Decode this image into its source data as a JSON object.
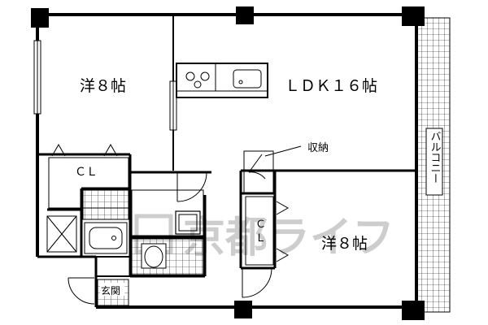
{
  "rooms": {
    "western_room_1": "洋８帖",
    "ldk": "ＬＤＫ１６帖",
    "western_room_2": "洋８帖",
    "closet_1": "ＣＬ",
    "closet_2_top": "Ｃ",
    "closet_2_bottom": "Ｌ",
    "storage": "収納",
    "entrance": "玄関",
    "balcony": "バルコニー"
  },
  "watermark": "京都ライフ",
  "colors": {
    "wall": "#000000",
    "background": "#ffffff",
    "watermark": "#c8c8c8"
  }
}
